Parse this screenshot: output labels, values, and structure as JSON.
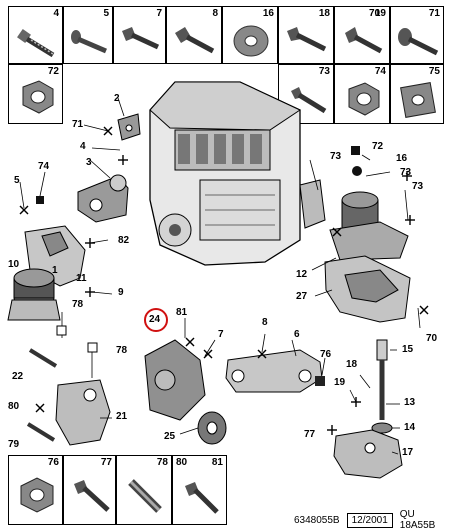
{
  "top_cells": [
    {
      "num": "4"
    },
    {
      "num": "5"
    },
    {
      "num": "7"
    },
    {
      "num": "8"
    },
    {
      "num": "16"
    },
    {
      "num": "18"
    },
    {
      "num": "19"
    },
    {
      "num": "70"
    },
    {
      "num": "71"
    }
  ],
  "side_cells": {
    "left": "72",
    "right_a": "73",
    "right_b": "74",
    "right_c": "75"
  },
  "bottom_cells": [
    {
      "num": "76"
    },
    {
      "num": "77"
    },
    {
      "num": "78"
    },
    {
      "num": "80"
    },
    {
      "num": "81"
    }
  ],
  "callouts": {
    "c1": "1",
    "c2": "2",
    "c3": "3",
    "c4": "4",
    "c5": "5",
    "c6": "6",
    "c7": "7",
    "c8": "8",
    "c9": "9",
    "c10": "10",
    "c11": "11",
    "c12": "12",
    "c13": "13",
    "c14": "14",
    "c15": "15",
    "c16": "16",
    "c17": "17",
    "c18": "18",
    "c19": "19",
    "c21": "21",
    "c22": "22",
    "c24": "24",
    "c25": "25",
    "c27": "27",
    "c70": "70",
    "c71": "71",
    "c72": "72",
    "c73a": "73",
    "c73b": "73",
    "c74": "74",
    "c76": "76",
    "c77": "77",
    "c78a": "78",
    "c78b": "78",
    "c79": "79",
    "c80": "80",
    "c81": "81",
    "c82": "82"
  },
  "footer": {
    "ref": "6348055B",
    "date": "12/2001",
    "code": "QU 18A55B"
  }
}
